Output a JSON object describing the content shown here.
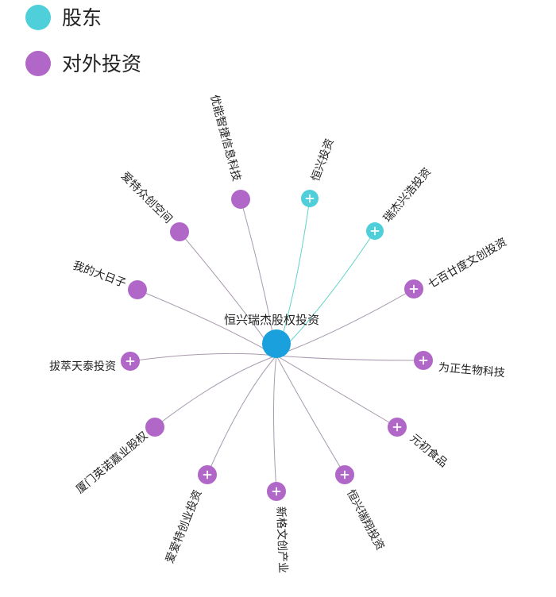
{
  "legend": [
    {
      "label": "股东",
      "color": "#4ecfd9"
    },
    {
      "label": "对外投资",
      "color": "#b067c8"
    }
  ],
  "colors": {
    "center": "#1aa1dd",
    "shareholder": "#4ecfd9",
    "investment": "#b067c8",
    "edge_shareholder": "#5fd3c9",
    "edge_investment": "#a89aae"
  },
  "center": {
    "label": "恒兴瑞杰股权投资"
  },
  "nodes": [
    {
      "label": "优能智捷信息科技",
      "type": "investment",
      "expandable": false
    },
    {
      "label": "恒兴投资",
      "type": "shareholder",
      "expandable": true
    },
    {
      "label": "瑞杰兴浩投资",
      "type": "shareholder",
      "expandable": true
    },
    {
      "label": "七百廿度文创投资",
      "type": "investment",
      "expandable": true
    },
    {
      "label": "为正生物科技",
      "type": "investment",
      "expandable": true
    },
    {
      "label": "元初食品",
      "type": "investment",
      "expandable": true
    },
    {
      "label": "恒兴瑞翔投资",
      "type": "investment",
      "expandable": true
    },
    {
      "label": "新格文创产业",
      "type": "investment",
      "expandable": true
    },
    {
      "label": "爱爱特创业投资",
      "type": "investment",
      "expandable": true
    },
    {
      "label": "厦门英诺嘉业股权",
      "type": "investment",
      "expandable": false
    },
    {
      "label": "拔萃天泰投资",
      "type": "investment",
      "expandable": true
    },
    {
      "label": "我的大日子",
      "type": "investment",
      "expandable": false
    },
    {
      "label": "爱特众创空间",
      "type": "investment",
      "expandable": false
    }
  ]
}
